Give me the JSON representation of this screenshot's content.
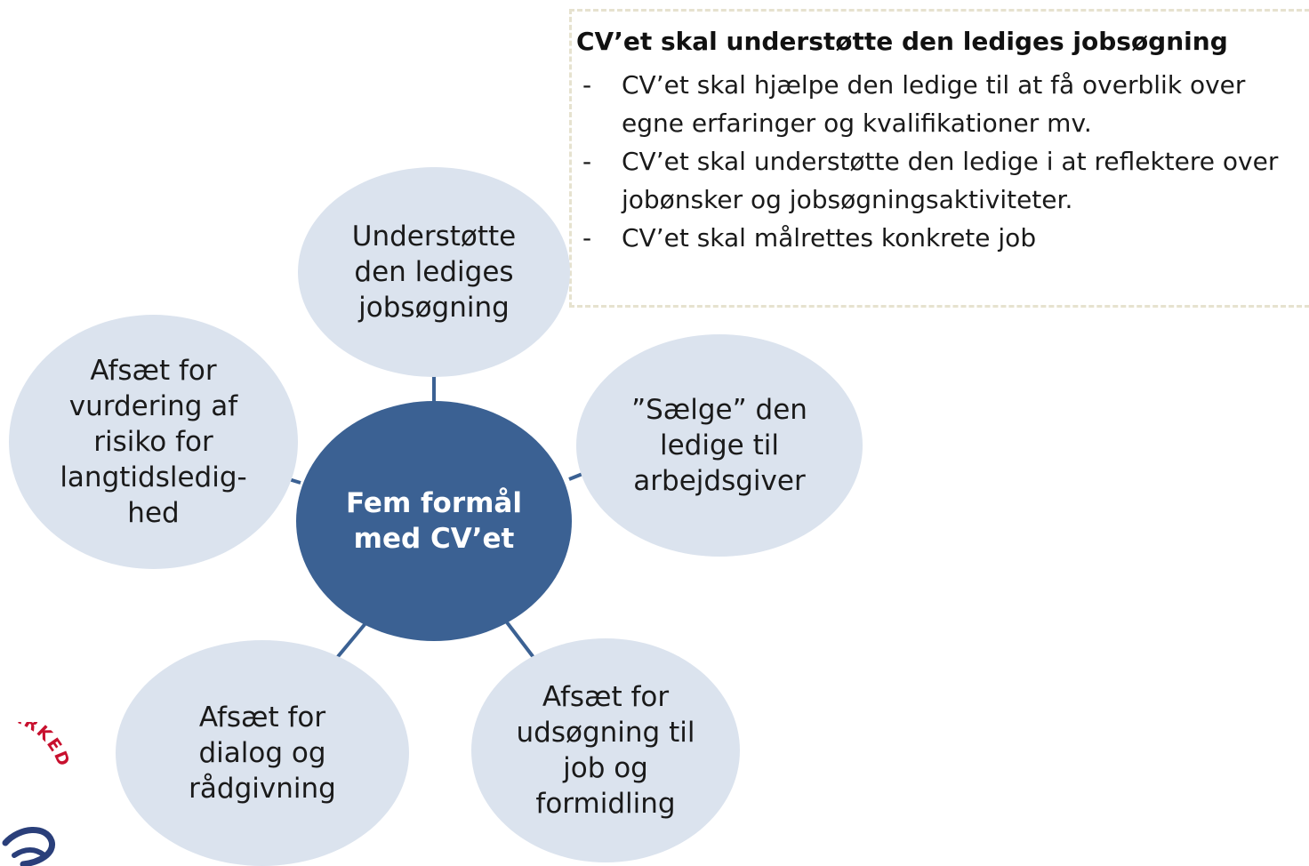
{
  "hub": {
    "label": "Fem formål\nmed CV’et"
  },
  "satellites": [
    {
      "label": "Understøtte\nden lediges\njobsøgning"
    },
    {
      "label": "”Sælge” den\nledige  til\narbejdsgiver"
    },
    {
      "label": "Afsæt for\nudsøgning til\njob og\nformidling"
    },
    {
      "label": "Afsæt for\ndialog og\nrådgivning"
    },
    {
      "label": "Afsæt for\nvurdering af\nrisiko for\nlangtidsledig-\nhed"
    }
  ],
  "callout": {
    "title": "CV’et skal understøtte den lediges jobsøgning",
    "items": [
      "CV’et skal hjælpe den ledige til at få overblik over egne erfaringer og kvalifikationer mv.",
      "CV’et skal understøtte den ledige i at reflektere over jobønsker og jobsøgningsaktiviteter.",
      "CV’et skal målrettes konkrete job"
    ]
  },
  "logo": {
    "partial_text": "ARKED"
  },
  "colors": {
    "hub": "#3b6193",
    "satellite": "#dbe3ee",
    "connector": "#3b6193",
    "callout_border": "#e6e2cf",
    "logo": "#c8102e"
  }
}
